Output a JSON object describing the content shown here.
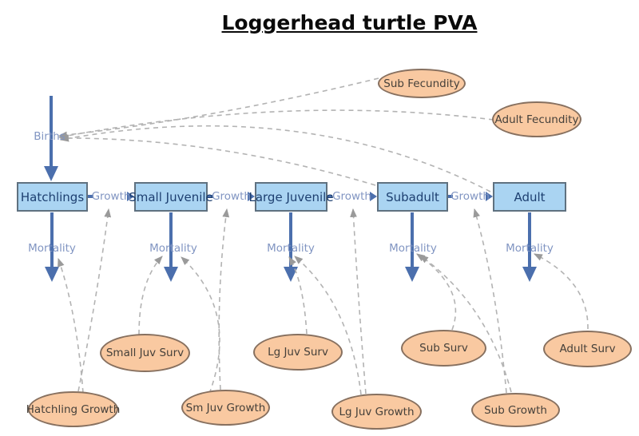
{
  "title": "Loggerhead turtle PVA",
  "diagram": {
    "stocks": [
      {
        "label": "Hatchlings"
      },
      {
        "label": "Small Juvenile"
      },
      {
        "label": "Large Juvenile"
      },
      {
        "label": "Subadult"
      },
      {
        "label": "Adult"
      }
    ],
    "flows": {
      "births": "Births",
      "growth": "Growth",
      "mortality": "Mortality"
    },
    "converters": {
      "sub_fecundity": "Sub Fecundity",
      "adult_fecundity": "Adult Fecundity",
      "small_juv_surv": "Small Juv Surv",
      "lg_juv_surv": "Lg Juv Surv",
      "sub_surv": "Sub Surv",
      "adult_surv": "Adult Surv",
      "hatchling_growth": "Hatchling Growth",
      "sm_juv_growth": "Sm Juv Growth",
      "lg_juv_growth": "Lg Juv Growth",
      "sub_growth": "Sub Growth"
    },
    "edges": [
      {
        "from": "Sub Fecundity",
        "to": "Births"
      },
      {
        "from": "Adult Fecundity",
        "to": "Births"
      },
      {
        "from": "Subadult",
        "to": "Births"
      },
      {
        "from": "Adult",
        "to": "Births"
      },
      {
        "from": "Hatchling Growth",
        "to": "Growth (Hatchlings to Small Juvenile)"
      },
      {
        "from": "Hatchling Growth",
        "to": "Mortality (Hatchlings)"
      },
      {
        "from": "Small Juv Surv",
        "to": "Mortality (Small Juvenile)"
      },
      {
        "from": "Sm Juv Growth",
        "to": "Growth (Small Juvenile to Large Juvenile)"
      },
      {
        "from": "Sm Juv Growth",
        "to": "Mortality (Small Juvenile)"
      },
      {
        "from": "Lg Juv Surv",
        "to": "Mortality (Large Juvenile)"
      },
      {
        "from": "Lg Juv Growth",
        "to": "Growth (Large Juvenile to Subadult)"
      },
      {
        "from": "Lg Juv Growth",
        "to": "Mortality (Large Juvenile)"
      },
      {
        "from": "Sub Surv",
        "to": "Mortality (Subadult)"
      },
      {
        "from": "Sub Growth",
        "to": "Growth (Subadult to Adult)"
      },
      {
        "from": "Sub Growth",
        "to": "Mortality (Subadult)"
      },
      {
        "from": "Adult Surv",
        "to": "Mortality (Adult)"
      }
    ],
    "colors": {
      "stock_fill": "#aad4f2",
      "stock_border": "#5f7180",
      "stock_text": "#1d3f70",
      "flow_blue": "#4b6fad",
      "flow_label": "#8195c2",
      "converter_fill": "#f9c9a1",
      "converter_border": "#87705f",
      "converter_text": "#45403a",
      "connector": "#b3b3b3",
      "connector_arrow": "#9a9a9a"
    }
  }
}
